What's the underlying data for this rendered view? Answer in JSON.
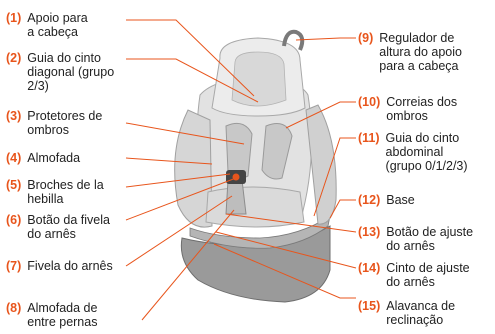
{
  "colors": {
    "accent": "#e8551c",
    "text": "#222222",
    "seat": "#e6e6e6",
    "base": "#9a9a9a"
  },
  "labels_left": [
    {
      "num": "(1)",
      "text": "Apoio para\na cabeça"
    },
    {
      "num": "(2)",
      "text": "Guia do cinto\ndiagonal (grupo\n2/3)"
    },
    {
      "num": "(3)",
      "text": "Protetores de\nombros"
    },
    {
      "num": "(4)",
      "text": "Almofada"
    },
    {
      "num": "(5)",
      "text": "Broches de la\nhebilla"
    },
    {
      "num": "(6)",
      "text": "Botão da fivela\ndo arnês"
    },
    {
      "num": "(7)",
      "text": "Fivela do arnês"
    },
    {
      "num": "(8)",
      "text": "Almofada de\nentre pernas"
    }
  ],
  "labels_right": [
    {
      "num": "(9)",
      "text": "Regulador de\naltura do apoio\npara a cabeça"
    },
    {
      "num": "(10)",
      "text": "Correias dos\nombros"
    },
    {
      "num": "(11)",
      "text": "Guia do cinto\nabdominal\n(grupo 0/1/2/3)"
    },
    {
      "num": "(12)",
      "text": "Base"
    },
    {
      "num": "(13)",
      "text": "Botão de ajuste\ndo arnês"
    },
    {
      "num": "(14)",
      "text": "Cinto de ajuste\ndo arnês"
    },
    {
      "num": "(15)",
      "text": "Alavanca de\nreclinação"
    }
  ]
}
